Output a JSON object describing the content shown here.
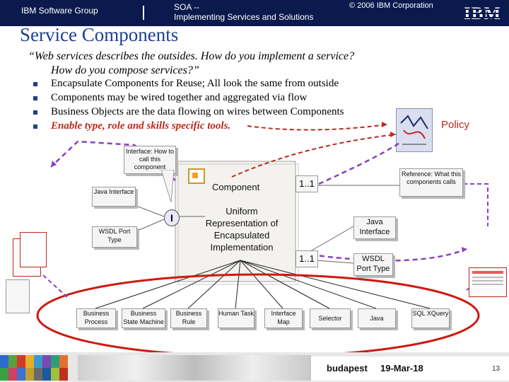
{
  "header": {
    "group": "IBM Software Group",
    "topic_line1": "SOA --",
    "topic_line2": "Implementing Services and Solutions",
    "copyright": "© 2006 IBM Corporation",
    "logo": "IBM"
  },
  "slide": {
    "title": "Service Components",
    "quote_line1": "“Web services describes the outsides. How do you implement a service?",
    "quote_line2": "How do you compose services?”",
    "bullets": [
      "Encapsulate Components for Reuse; All look the same from outside",
      "Components may be wired together and aggregated via flow",
      "Business Objects are the data flowing on wires between Components",
      "Enable type, role and skills specific tools."
    ],
    "policy_label": "Policy"
  },
  "diagram": {
    "callout_interface": "Interface: How to call this component",
    "callout_reference": "Reference: What this components calls",
    "java_interface_left": "Java Interface",
    "wsdl_port_left": "WSDL Port Type",
    "component_label": "Component",
    "interface_marker": "I",
    "multiplicity_top": "1..1",
    "multiplicity_bottom": "1..1",
    "uniform_text": "Uniform Representation of Encapsulated Implementation",
    "java_interface_right": "Java Interface",
    "wsdl_port_right": "WSDL Port Type",
    "implementations": [
      "Business Process",
      "Business State Machine",
      "Business Rule",
      "Human Task",
      "Interface Map",
      "Selector",
      "Java",
      "SQL XQuery"
    ]
  },
  "footer": {
    "location": "budapest",
    "date": "19-Mar-18",
    "page": "13"
  }
}
